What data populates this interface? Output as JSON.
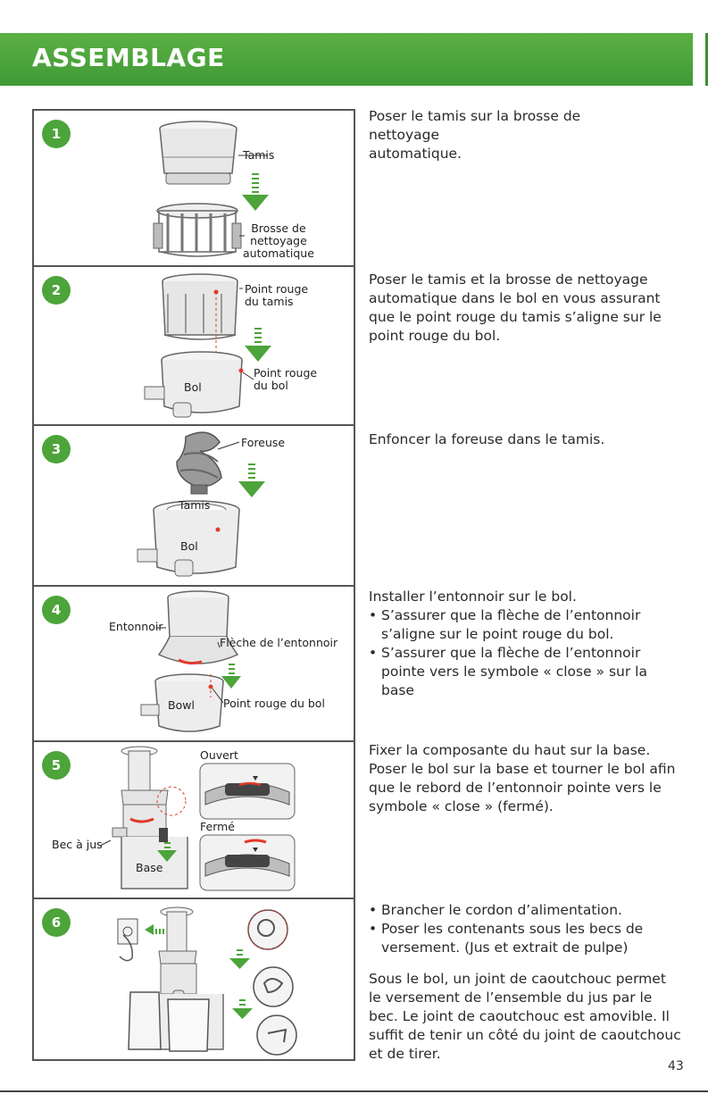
{
  "header": {
    "title": "ASSEMBLAGE"
  },
  "steps": [
    {
      "num": "1",
      "labels": {
        "tamis": "Tamis",
        "brosse": "Brosse de\nnettoyage\nautomatique"
      },
      "text": "Poser le tamis sur la brosse de\nnettoyage\nautomatique."
    },
    {
      "num": "2",
      "labels": {
        "point_tamis": "Point rouge\ndu tamis",
        "point_bol": "Point rouge\ndu bol",
        "bol": "Bol"
      },
      "text": "Poser le tamis et la brosse de nettoyage automatique dans le bol en vous assurant que le point rouge du tamis s’aligne sur le point rouge du bol."
    },
    {
      "num": "3",
      "labels": {
        "foreuse": "Foreuse",
        "tamis": "Tamis",
        "bol": "Bol"
      },
      "text": "Enfoncer la foreuse dans le tamis."
    },
    {
      "num": "4",
      "labels": {
        "entonnoir": "Entonnoir",
        "fleche": "Flèche de l’entonnoir",
        "bowl": "Bowl",
        "point_bol": "Point rouge du bol"
      },
      "intro": "Installer l’entonnoir sur le bol.",
      "bullets": [
        "S’assurer que la flèche de l’entonnoir s’aligne sur le point rouge du bol.",
        "S’assurer que la flèche de l’entonnoir pointe vers le symbole « close » sur la base"
      ]
    },
    {
      "num": "5",
      "labels": {
        "ouvert": "Ouvert",
        "ferme": "Fermé",
        "bec": "Bec à jus",
        "base": "Base"
      },
      "text": "Fixer la composante du haut sur la base. Poser le bol sur la base et tourner le bol afin que le rebord de l’entonnoir pointe vers le symbole « close » (fermé)."
    },
    {
      "num": "6",
      "bullets": [
        "Brancher le cordon d’alimentation.",
        "Poser les contenants sous les becs de versement. (Jus et extrait de pulpe)"
      ],
      "text": "Sous le bol, un joint de caoutchouc permet le versement de l’ensemble du jus par le bec. Le joint de caoutchouc est amovible. Il suffit de tenir un côté du joint de caoutchouc et de tirer."
    }
  ],
  "page_number": "43",
  "colors": {
    "banner": "#4ca43a",
    "accent_green": "#4ca43a",
    "arrow_green": "#4ca43a",
    "red_mark": "#e03a2a"
  }
}
